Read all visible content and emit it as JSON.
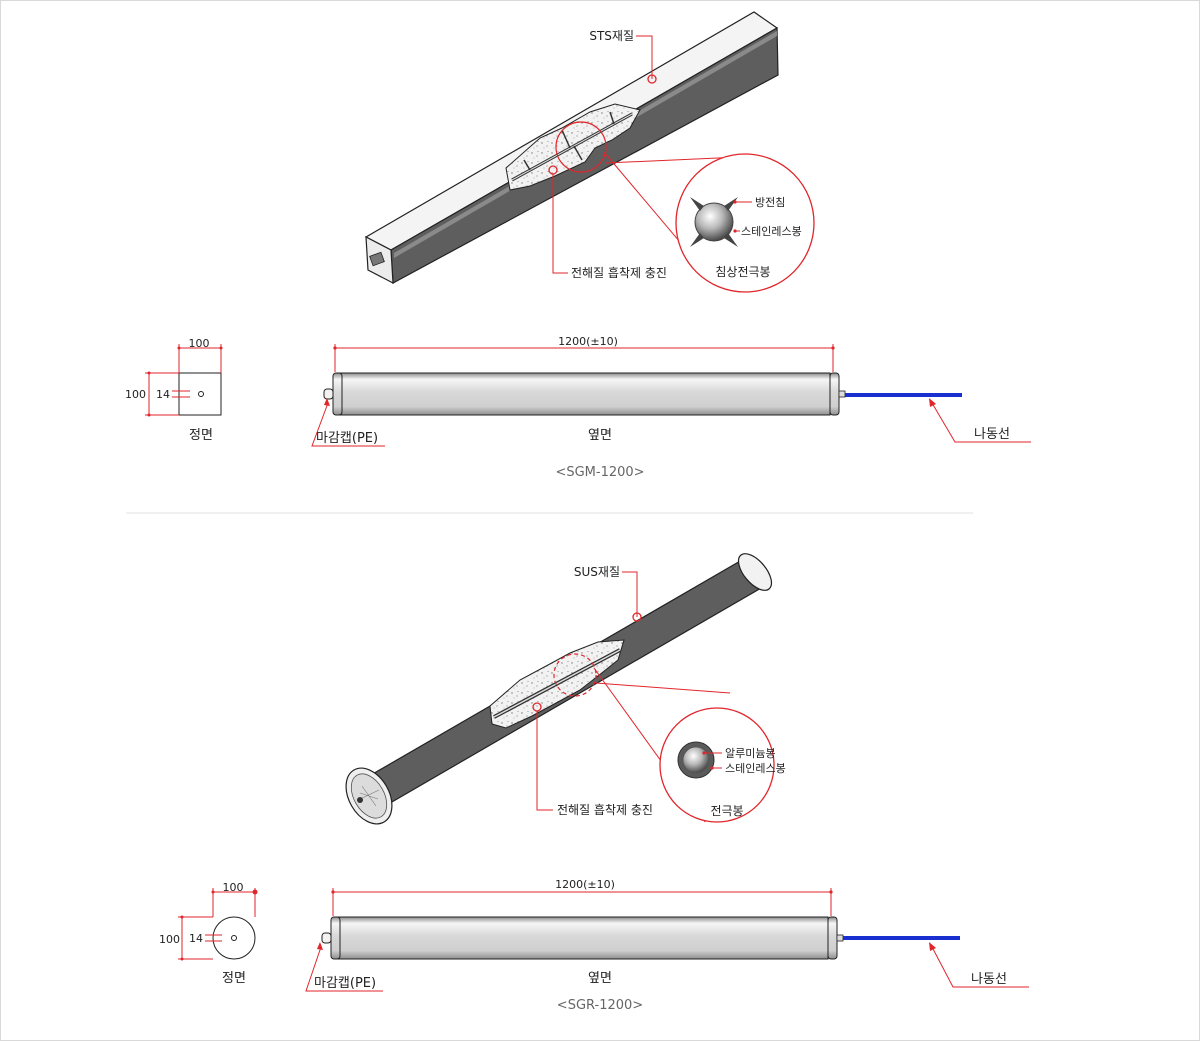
{
  "sgm": {
    "material_label": "STS재질",
    "fill_label": "전해질 흡착제 충진",
    "detail_label_1": "방전침",
    "detail_label_2": "스테인레스봉",
    "detail_caption": "침상전극봉",
    "front_width": "100",
    "front_height": "100",
    "front_hole": "14",
    "front_caption": "정면",
    "length": "1200(±10)",
    "cap_label": "마감캡(PE)",
    "side_caption": "옆면",
    "wire_label": "나동선",
    "model": "<SGM-1200>"
  },
  "sgr": {
    "material_label": "SUS재질",
    "fill_label": "전해질 흡착제 충진",
    "detail_label_1": "알루미늄봉",
    "detail_label_2": "스테인레스봉",
    "detail_caption": "전극봉",
    "front_width": "100",
    "front_height": "100",
    "front_hole": "14",
    "front_caption": "정면",
    "length": "1200(±10)",
    "cap_label": "마감캡(PE)",
    "side_caption": "옆면",
    "wire_label": "나동선",
    "model": "<SGR-1200>"
  },
  "colors": {
    "accent": "#e0262b",
    "body": "#5b5b5b",
    "wire": "#1a2fd0"
  }
}
